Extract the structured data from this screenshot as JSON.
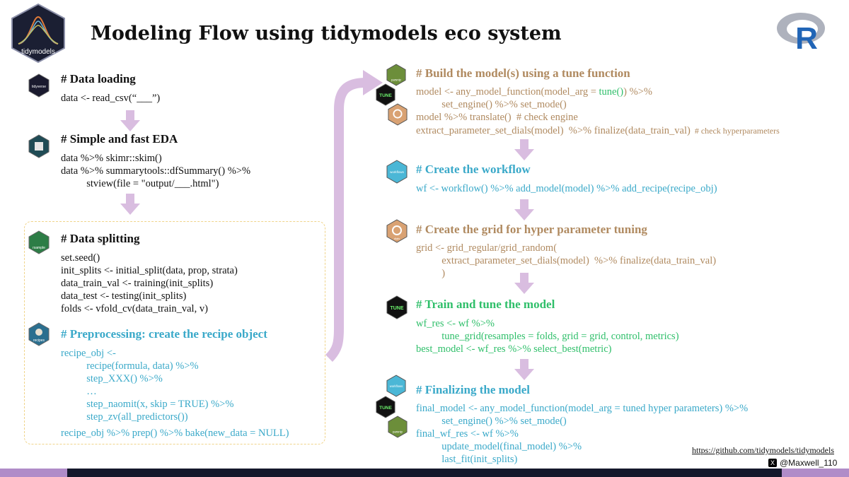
{
  "title": "Modeling Flow using tidymodels eco system",
  "logos": {
    "tidymodels": "tidymodels",
    "r": "R"
  },
  "left": {
    "data_loading": {
      "header": "# Data loading",
      "icon_label": "tidyverse",
      "code": [
        "data <- read_csv(“___”)"
      ]
    },
    "eda": {
      "header": "# Simple and fast EDA",
      "code": [
        "data %>% skimr::skim()",
        "data %>% summarytools::dfSummary() %>%",
        "          stview(file = \"output/___.html\")"
      ]
    },
    "splitting": {
      "header": "# Data splitting",
      "icon_label": "rsample",
      "code": [
        "set.seed()",
        "init_splits <- initial_split(data, prop, strata)",
        "data_train_val <- training(init_splits)",
        "data_test <- testing(init_splits)",
        "folds <- vfold_cv(data_train_val, v)"
      ]
    },
    "preprocessing": {
      "header": "# Preprocessing: create the recipe object",
      "icon_label": "recipes",
      "code": [
        "recipe_obj <-",
        "          recipe(formula, data) %>%",
        "          step_XXX() %>%",
        "          …",
        "          step_naomit(x, skip = TRUE) %>%",
        "          step_zv(all_predictors())",
        "recipe_obj %>% prep() %>% bake(new_data = NULL)"
      ]
    }
  },
  "right": {
    "build": {
      "header": "# Build the model(s) using a tune function",
      "icon_labels": [
        "parsnip",
        "TUNE",
        "dials"
      ],
      "line1_pre": "model <- any_model_function(model_arg = ",
      "line1_tune": "tune()",
      "line1_post": ") %>%",
      "line2": "          set_engine() %>% set_mode()",
      "line3": "model %>% translate()  # check engine",
      "line4_main": "extract_parameter_set_dials(model)  %>% finalize(data_train_val)",
      "line4_comment": "  # check hyperparameters"
    },
    "workflow": {
      "header": "# Create the workflow",
      "icon_label": "workflows",
      "code": [
        "wf <- workflow() %>% add_model(model) %>% add_recipe(recipe_obj)"
      ]
    },
    "grid": {
      "header": "# Create the grid for hyper parameter tuning",
      "icon_label": "dials",
      "code": [
        "grid <- grid_regular/grid_random(",
        "          extract_parameter_set_dials(model)  %>% finalize(data_train_val)",
        "          )"
      ]
    },
    "train": {
      "header": "# Train and tune the model",
      "icon_label": "TUNE",
      "code": [
        "wf_res <- wf %>%",
        "          tune_grid(resamples = folds, grid = grid, control, metrics)",
        "best_model <- wf_res %>% select_best(metric)"
      ]
    },
    "finalize": {
      "header": "# Finalizing the model",
      "icon_labels": [
        "workflows",
        "TUNE",
        "parsnip"
      ],
      "code": [
        "final_model <- any_model_function(model_arg = tuned hyper parameters) %>%",
        "          set_engine() %>% set_mode()",
        "final_wf_res <- wf %>%",
        "          update_model(final_model) %>%",
        "          last_fit(init_splits)"
      ]
    }
  },
  "footer": {
    "link": "https://github.com/tidymodels/tidymodels",
    "handle": "@Maxwell_110",
    "x_icon": "X"
  },
  "colors": {
    "brown": "#b08a60",
    "teal": "#3aa9c9",
    "green": "#2fbf6a",
    "arrow": "#d9bde0",
    "dashed_border": "#f0d48a"
  }
}
